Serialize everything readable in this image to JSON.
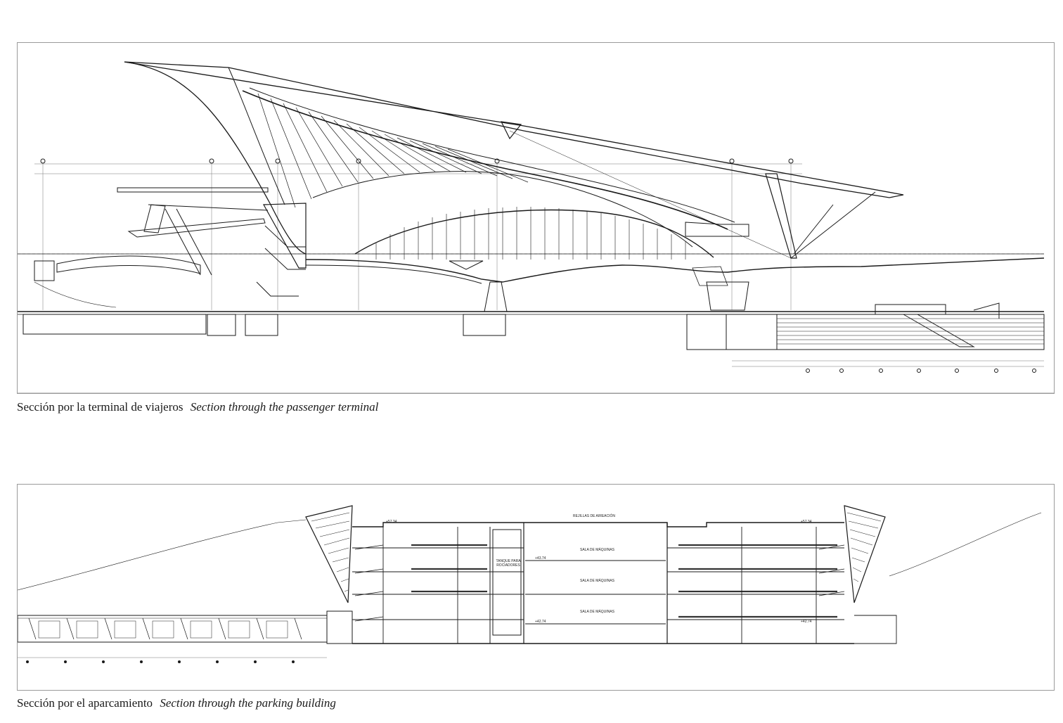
{
  "sections": [
    {
      "caption_es": "Sección por la terminal de viajeros",
      "caption_en": "Section through the passenger terminal"
    },
    {
      "caption_es": "Sección por el aparcamiento",
      "caption_en": "Section through the parking building",
      "labels": {
        "ventilation": "Rejillas de aireación",
        "tank": "Tanque para rociadores",
        "machine_room": "Sala de máquinas",
        "level_top": "+57.34",
        "level_mid": "+43.74",
        "level_base": "+42.74"
      }
    }
  ],
  "colors": {
    "line": "#1a1a1a",
    "frame": "#9a9a9a",
    "background": "#ffffff"
  }
}
